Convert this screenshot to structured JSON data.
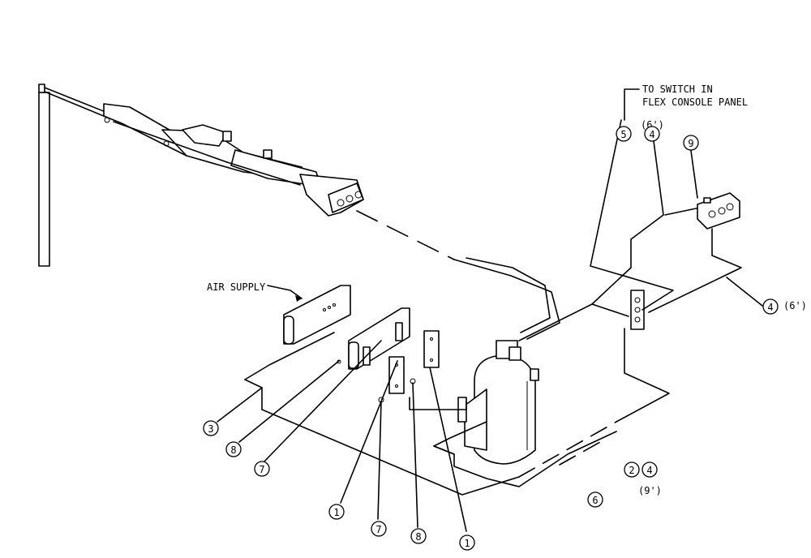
{
  "labels": {
    "switch_note_line1": "TO SWITCH IN",
    "switch_note_line2": "FLEX CONSOLE PANEL",
    "air_supply": "AIR SUPPLY",
    "len_6ft_a": "(6')",
    "len_6ft_b": "(6')",
    "len_9ft": "(9')"
  },
  "callouts": {
    "c5": "5",
    "c4a": "4",
    "c9": "9",
    "c4b": "4",
    "c3": "3",
    "c8a": "8",
    "c7a": "7",
    "c1a": "1",
    "c7b": "7",
    "c8b": "8",
    "c1b": "1",
    "c6": "6",
    "c2": "2",
    "c4c": "4"
  }
}
